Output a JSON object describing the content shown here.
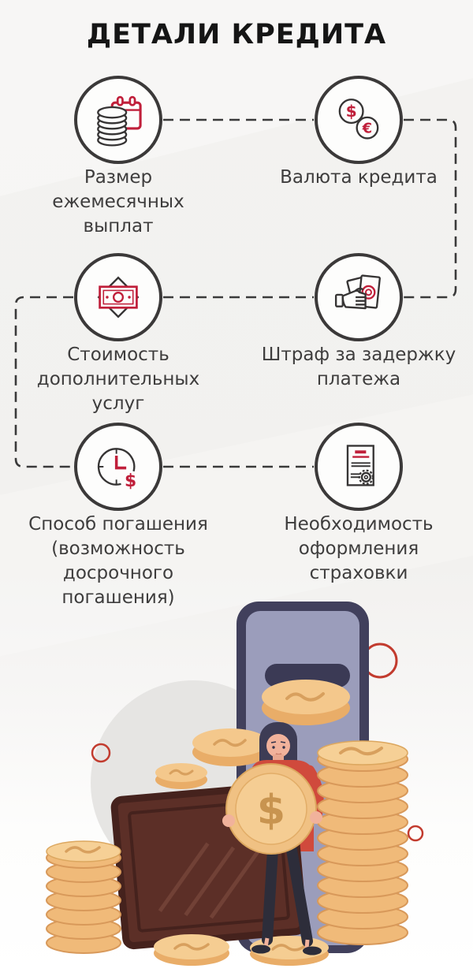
{
  "title": "ДЕТАЛИ КРЕДИТА",
  "items": [
    {
      "label": "Размер ежемесячных выплат",
      "icon": "calendar-coins-icon"
    },
    {
      "label": "Валюта кредита",
      "icon": "dollar-euro-coins-icon"
    },
    {
      "label": "Стоимость дополнительных услуг",
      "icon": "banknote-icon"
    },
    {
      "label": "Штраф за задержку платежа",
      "icon": "hand-with-money-icon"
    },
    {
      "label": "Способ погашения (возможность досрочного погашения)",
      "icon": "clock-dollar-icon"
    },
    {
      "label": "Необходимость оформления страховки",
      "icon": "insurance-document-icon"
    }
  ],
  "symbols": {
    "dollar": "$",
    "euro": "€"
  },
  "colors": {
    "accent_red": "#c01f3a",
    "ink": "#3b3939",
    "text": "#3e3d3d",
    "background": "#f2f1ef",
    "coin_gold": "#f0ba79",
    "coin_gold_light": "#f6d096",
    "coin_gold_dark": "#d8995a",
    "phone_frame": "#41405c",
    "phone_body": "#9b9dbb",
    "wallet_brown": "#5c2f27",
    "sweater_red": "#d04a3c",
    "pants_dark": "#2d2d3a",
    "hair_dark": "#3d3c55",
    "skin": "#f1b29b"
  }
}
